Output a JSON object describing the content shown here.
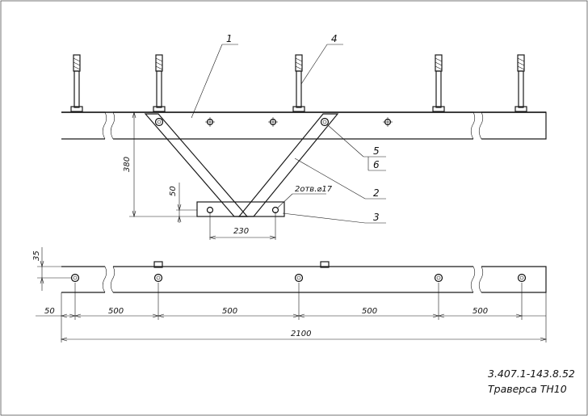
{
  "drawing": {
    "code": "3.407.1-143.8.52",
    "title": "Траверса ТН10"
  },
  "callouts": {
    "c1": "1",
    "c2": "2",
    "c3": "3",
    "c4": "4",
    "c5": "5",
    "c6": "6"
  },
  "dimensions": {
    "height_380": "380",
    "offset_50": "50",
    "holes_note": "2отв.⌀17",
    "width_230": "230",
    "thickness_35": "35",
    "edge_50": "50",
    "span_1": "500",
    "span_2": "500",
    "span_3": "500",
    "span_4": "500",
    "total_2100": "2100"
  }
}
